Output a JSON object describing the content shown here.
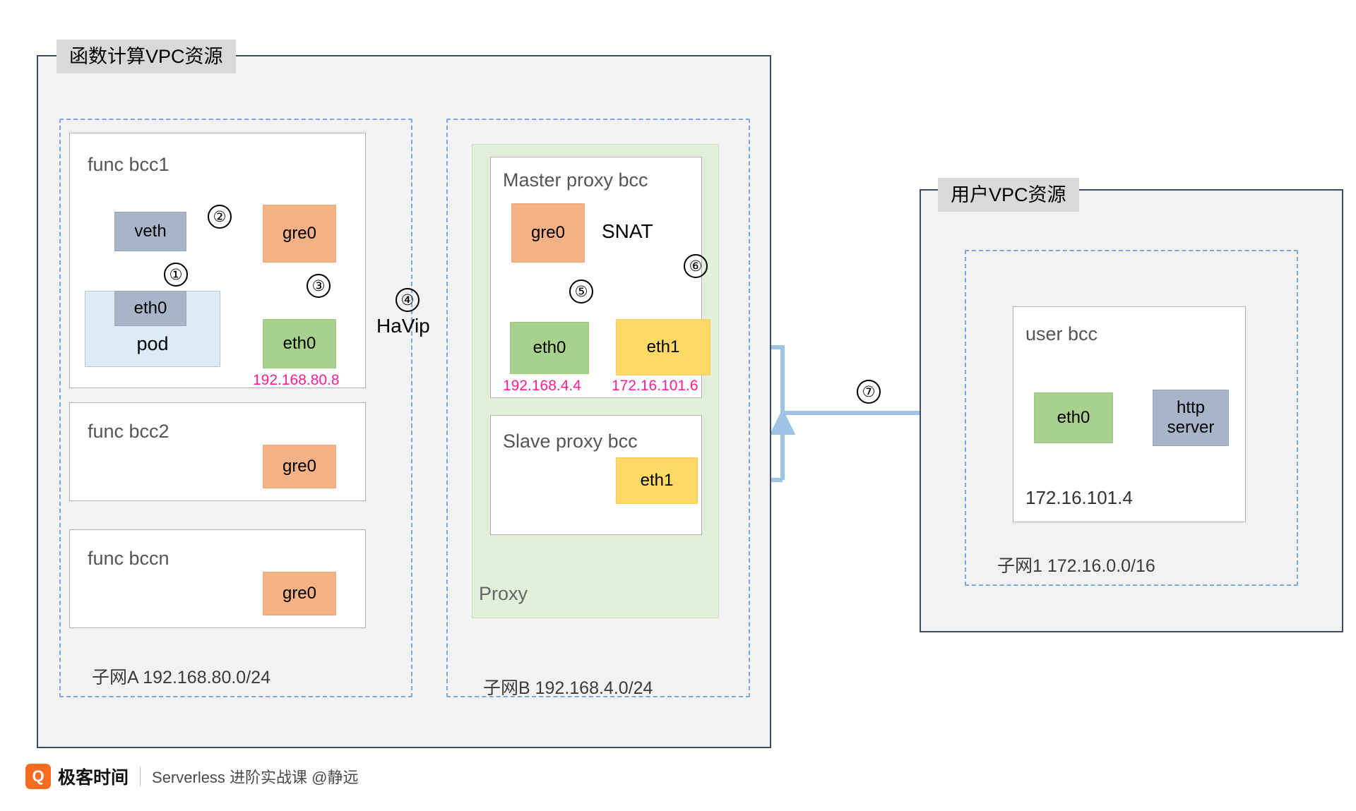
{
  "diagram": {
    "fc_vpc": {
      "title": "函数计算VPC资源",
      "subnet_a": {
        "label": "子网A 192.168.80.0/24",
        "func_bcc1": {
          "title": "func bcc1",
          "veth": "veth",
          "gre0": "gre0",
          "pod_eth0": "eth0",
          "pod": "pod",
          "eth0": "eth0",
          "eth0_ip": "192.168.80.8",
          "step1": "①",
          "step2": "②",
          "step3": "③"
        },
        "func_bcc2": {
          "title": "func bcc2",
          "gre0": "gre0"
        },
        "func_bccn": {
          "title": "func bccn",
          "gre0": "gre0"
        }
      },
      "subnet_b": {
        "label": "子网B 192.168.4.0/24",
        "proxy_label": "Proxy",
        "master": {
          "title": "Master proxy bcc",
          "gre0": "gre0",
          "eth0": "eth0",
          "eth1": "eth1",
          "eth0_ip": "192.168.4.4",
          "eth1_ip": "172.16.101.6",
          "snat": "SNAT",
          "step5": "⑤",
          "step6": "⑥"
        },
        "slave": {
          "title": "Slave proxy bcc",
          "eth1": "eth1"
        }
      },
      "havip": {
        "label": "HaVip",
        "step4": "④"
      }
    },
    "user_vpc": {
      "title": "用户VPC资源",
      "subnet1": {
        "label": "子网1 172.16.0.0/16",
        "user_bcc": {
          "title": "user bcc",
          "eth0": "eth0",
          "http_server": "http\nserver",
          "http_server_line1": "http",
          "http_server_line2": "server",
          "ip": "172.16.101.4"
        }
      },
      "step7": "⑦"
    }
  },
  "footer": {
    "logo_glyph": "Q",
    "brand": "极客时间",
    "course": "Serverless 进阶实战课 @静远"
  },
  "colors": {
    "vpc_border": "#3d4c5e",
    "vpc_fill": "#f2f2f2",
    "title_fill": "#d9d9d9",
    "subnet_dash": "#7aa7dd",
    "proxy_fill": "#e2efda",
    "node_gray": "#a8b4c8",
    "node_orange": "#f4b183",
    "node_green": "#a9d18e",
    "node_yellow": "#ffd966",
    "pod_fill": "#deeaf6",
    "arrow_blue": "#9dc3e6",
    "thin_blue": "#5b9bd5",
    "dashed_gold": "#bf9000",
    "ip_pink": "#ff1f8f",
    "brand_orange": "#f56c21"
  }
}
